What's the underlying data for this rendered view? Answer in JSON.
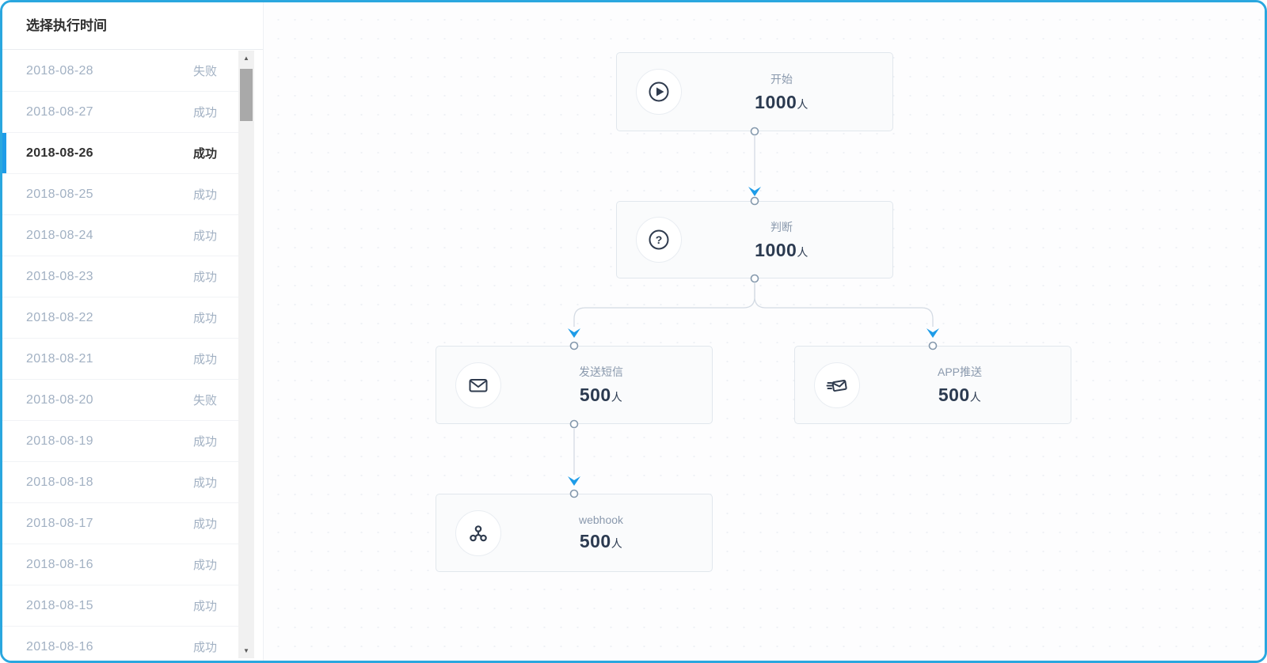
{
  "sidebar": {
    "title": "选择执行时间",
    "rows": [
      {
        "date": "2018-08-28",
        "status": "失败",
        "selected": false
      },
      {
        "date": "2018-08-27",
        "status": "成功",
        "selected": false
      },
      {
        "date": "2018-08-26",
        "status": "成功",
        "selected": true
      },
      {
        "date": "2018-08-25",
        "status": "成功",
        "selected": false
      },
      {
        "date": "2018-08-24",
        "status": "成功",
        "selected": false
      },
      {
        "date": "2018-08-23",
        "status": "成功",
        "selected": false
      },
      {
        "date": "2018-08-22",
        "status": "成功",
        "selected": false
      },
      {
        "date": "2018-08-21",
        "status": "成功",
        "selected": false
      },
      {
        "date": "2018-08-20",
        "status": "失败",
        "selected": false
      },
      {
        "date": "2018-08-19",
        "status": "成功",
        "selected": false
      },
      {
        "date": "2018-08-18",
        "status": "成功",
        "selected": false
      },
      {
        "date": "2018-08-17",
        "status": "成功",
        "selected": false
      },
      {
        "date": "2018-08-16",
        "status": "成功",
        "selected": false
      },
      {
        "date": "2018-08-15",
        "status": "成功",
        "selected": false
      },
      {
        "date": "2018-08-16",
        "status": "成功",
        "selected": false
      }
    ],
    "scrollbar": {
      "up_glyph": "▲",
      "down_glyph": "▼"
    }
  },
  "flow": {
    "nodes": [
      {
        "id": "start",
        "icon": "play-circle-icon",
        "label": "开始",
        "count": "1000",
        "unit": "人"
      },
      {
        "id": "judge",
        "icon": "question-circle-icon",
        "label": "判断",
        "count": "1000",
        "unit": "人"
      },
      {
        "id": "sms",
        "icon": "envelope-icon",
        "label": "发送短信",
        "count": "500",
        "unit": "人"
      },
      {
        "id": "push",
        "icon": "send-mail-icon",
        "label": "APP推送",
        "count": "500",
        "unit": "人"
      },
      {
        "id": "webhook",
        "icon": "webhook-icon",
        "label": "webhook",
        "count": "500",
        "unit": "人"
      }
    ]
  },
  "colors": {
    "frame_border": "#2aa7df",
    "selected_accent": "#1e9ce8",
    "arrowhead": "#1e9ce8",
    "connector_line": "#d4dbe4",
    "port_ring": "#8599ad",
    "node_border": "#e1e7ed",
    "node_label": "#8a99ad",
    "node_count": "#2b3a50",
    "row_text": "#a2b1c3"
  }
}
